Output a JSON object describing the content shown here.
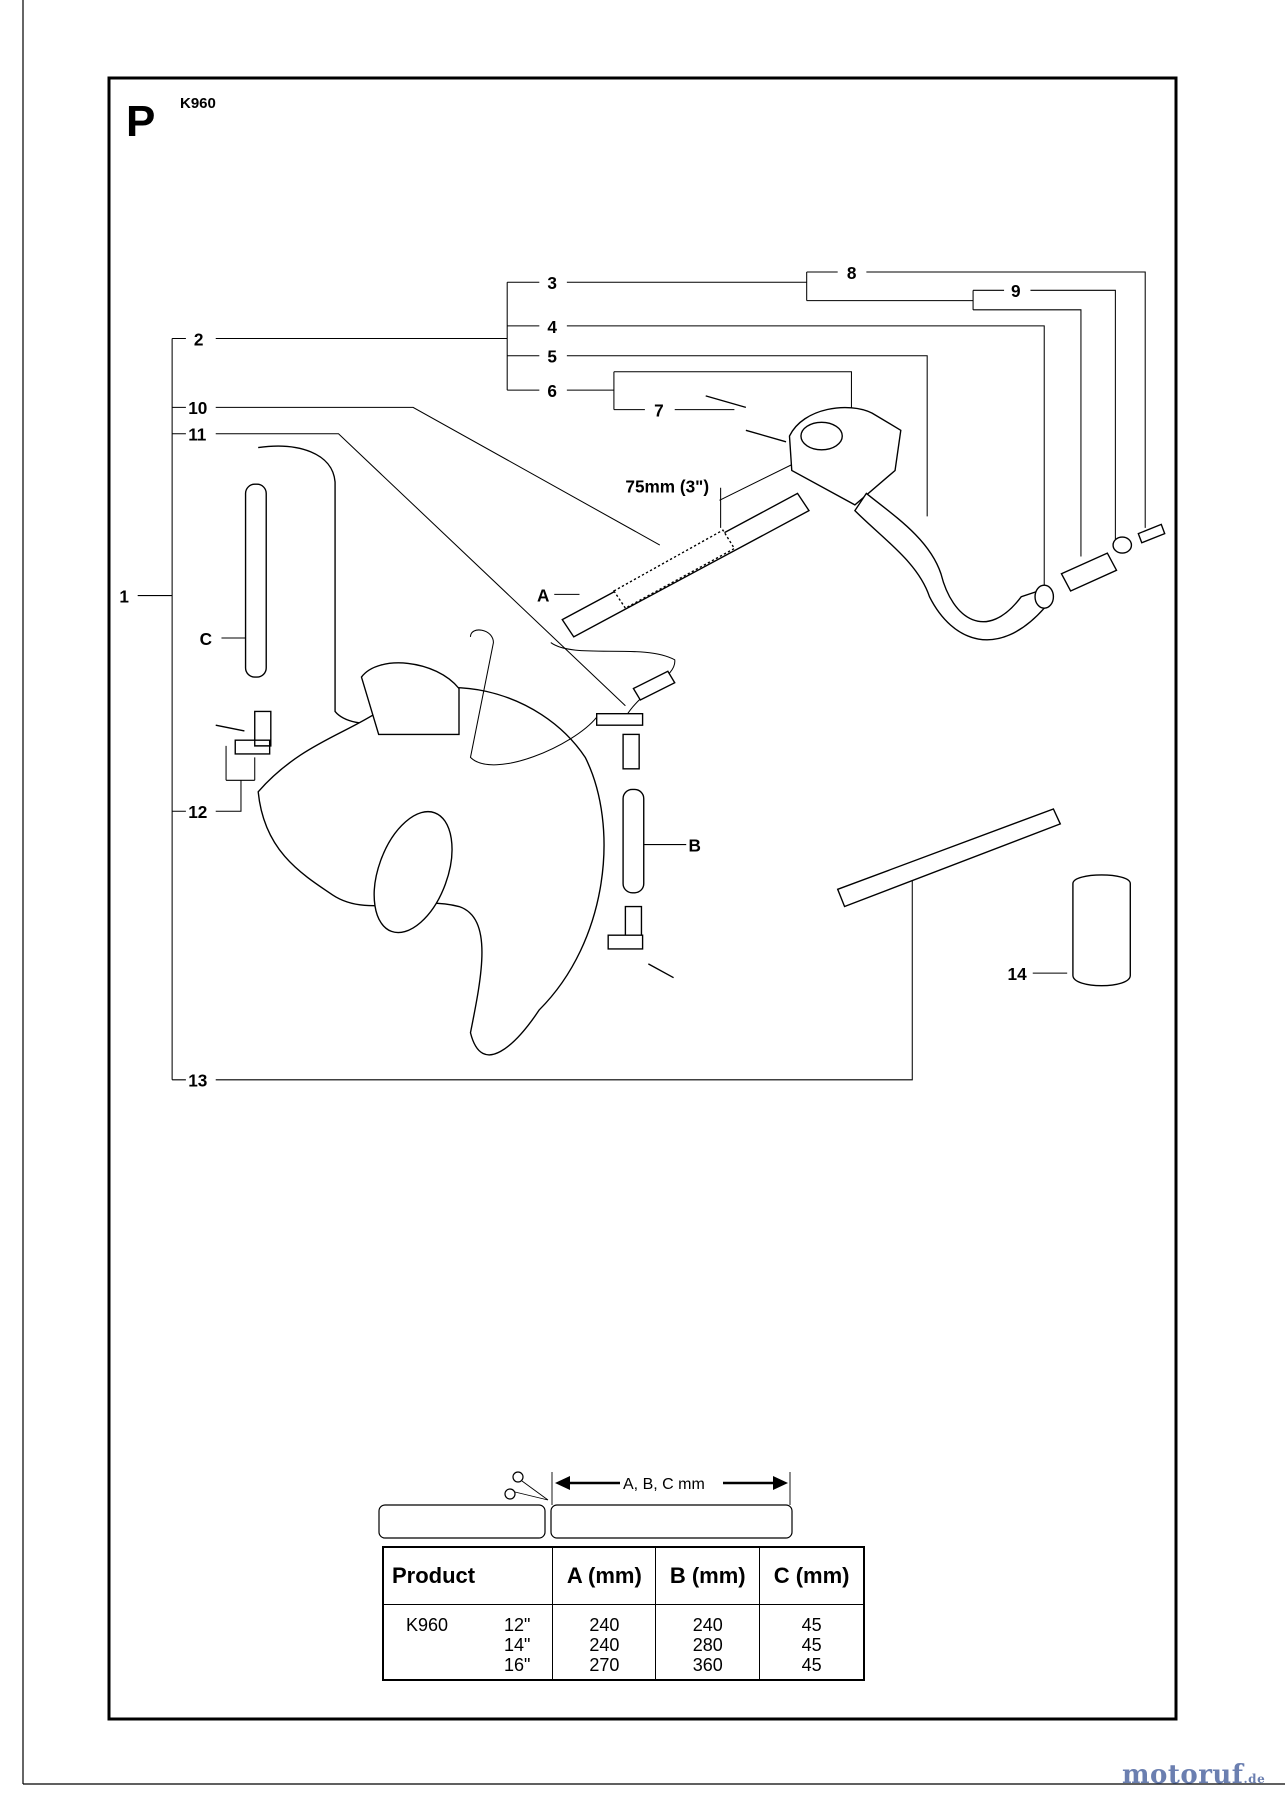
{
  "page": {
    "section_letter": "P",
    "model": "K960"
  },
  "callouts": {
    "n1": "1",
    "n2": "2",
    "n3": "3",
    "n4": "4",
    "n5": "5",
    "n6": "6",
    "n7": "7",
    "n8": "8",
    "n9": "9",
    "n10": "10",
    "n11": "11",
    "n12": "12",
    "n13": "13",
    "n14": "14",
    "a": "A",
    "b": "B",
    "c": "C",
    "dimension": "75mm (3\")"
  },
  "cut_diagram": {
    "label": "A, B, C mm"
  },
  "table": {
    "headers": [
      "Product",
      "A (mm)",
      "B (mm)",
      "C (mm)"
    ],
    "product": "K960",
    "rows": [
      {
        "size": "12\"",
        "a": "240",
        "b": "240",
        "c": "45"
      },
      {
        "size": "14\"",
        "a": "240",
        "b": "280",
        "c": "45"
      },
      {
        "size": "16\"",
        "a": "270",
        "b": "360",
        "c": "45"
      }
    ]
  },
  "watermark": {
    "text": "motoruf",
    "suffix": ".de",
    "color": "#6b7fb0"
  }
}
